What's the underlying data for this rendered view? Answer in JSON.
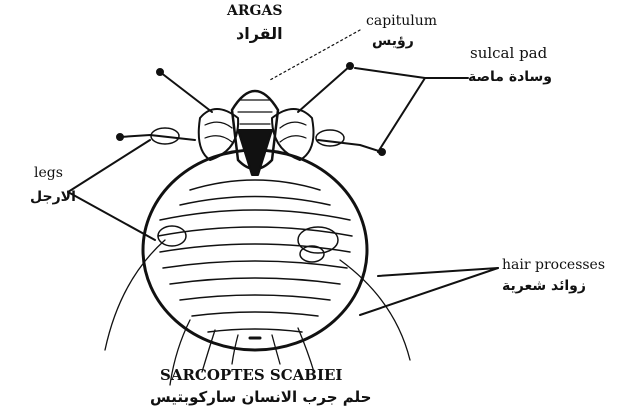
{
  "top_title": {
    "en": "ARGAS",
    "ar": "القراد"
  },
  "labels": {
    "capitulum": {
      "en": "capitulum",
      "ar": "رؤيس"
    },
    "sulcal_pad": {
      "en": "sulcal pad",
      "ar": "وسادة ماصة"
    },
    "legs": {
      "en": "legs",
      "ar": "الارجل"
    },
    "hair_processes": {
      "en": "hair processes",
      "ar": "زوائد شعرية"
    }
  },
  "bottom_title": {
    "en": "SARCOPTES SCABIEI",
    "ar": "حلم جرب الانسان ساركوبتيس"
  },
  "colors": {
    "ink": "#111111",
    "paper": "#ffffff"
  }
}
